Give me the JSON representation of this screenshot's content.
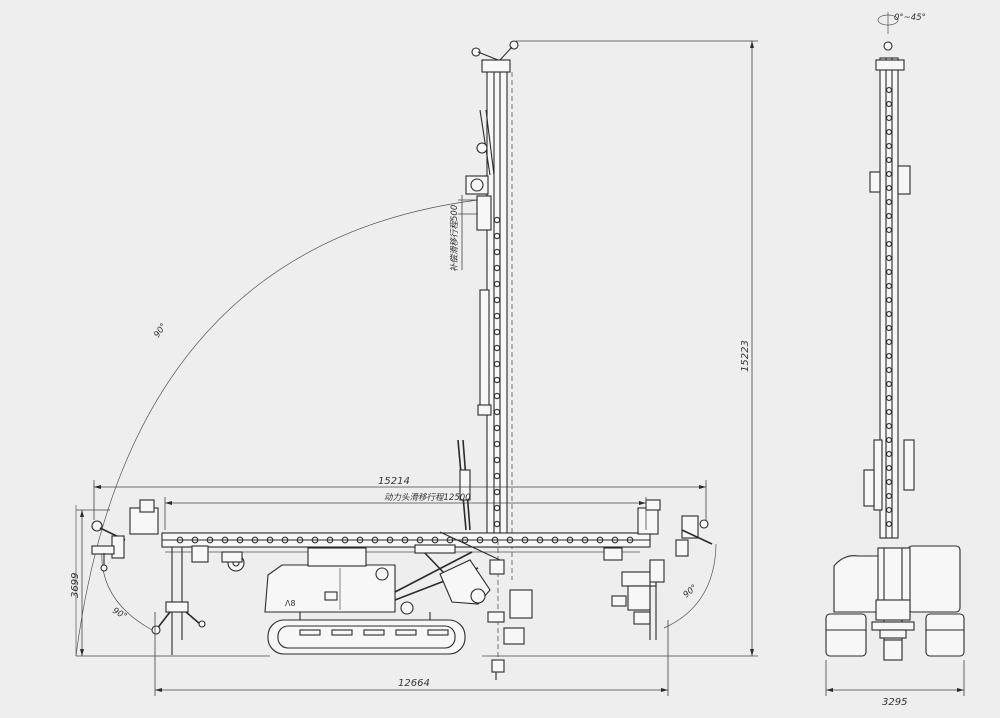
{
  "dimensions": {
    "overall_width": "15214",
    "head_travel": "动力头滑移行程12500",
    "mast_height": "15223",
    "left_height": "3699",
    "base_width": "12664",
    "rear_width": "3295",
    "compensation_travel": "补偿滑移行程500"
  },
  "angles": {
    "swing_arc": "90°",
    "left_tilt": "90°",
    "right_tilt": "90°",
    "rotation": "0°~45°"
  },
  "marks": {
    "cab_logo": "Λ8"
  }
}
